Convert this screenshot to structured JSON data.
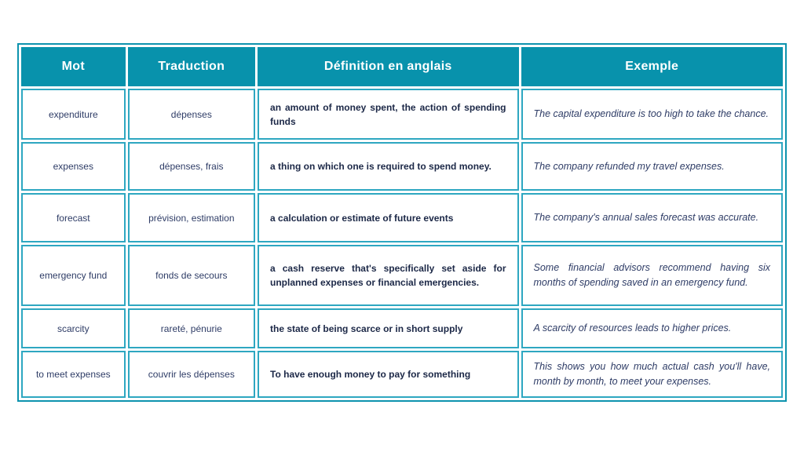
{
  "page": {
    "background_color": "#ffffff"
  },
  "colors": {
    "header_background": "#0892ac",
    "outer_border": "#0d93ae",
    "cell_border": "#2ea7c1",
    "header_text": "#ffffff",
    "definition_text": "#1c2847",
    "body_text": "#2e3c66"
  },
  "table": {
    "headers": {
      "word": "Mot",
      "translation": "Traduction",
      "definition": "Définition en anglais",
      "example": "Exemple"
    },
    "rows": [
      {
        "word": "expenditure",
        "translation": "dépenses",
        "definition": "an amount of money spent, the action of spending funds",
        "example": "The capital expenditure is too high to take the chance."
      },
      {
        "word": "expenses",
        "translation": "dépenses, frais",
        "definition": "a thing on which one is required to spend money.",
        "example": "The company refunded my travel expenses."
      },
      {
        "word": "forecast",
        "translation": "prévision, estimation",
        "definition": "a calculation or estimate of future events",
        "example": "The company's annual sales forecast was accurate."
      },
      {
        "word": "emergency fund",
        "translation": "fonds de secours",
        "definition": "a cash reserve that's specifically set aside for unplanned expenses or financial emergencies.",
        "example": "Some financial advisors recommend having six months of spending saved in an emergency fund."
      },
      {
        "word": "scarcity",
        "translation": "rareté, pénurie",
        "definition": "the state of being scarce or in short supply",
        "example": "A scarcity of resources leads to higher prices."
      },
      {
        "word": "to meet expenses",
        "translation": "couvrir les dépenses",
        "definition": "To have enough money to pay for something",
        "example": "This shows you how much actual cash you'll have, month by month, to meet your expenses."
      }
    ]
  }
}
